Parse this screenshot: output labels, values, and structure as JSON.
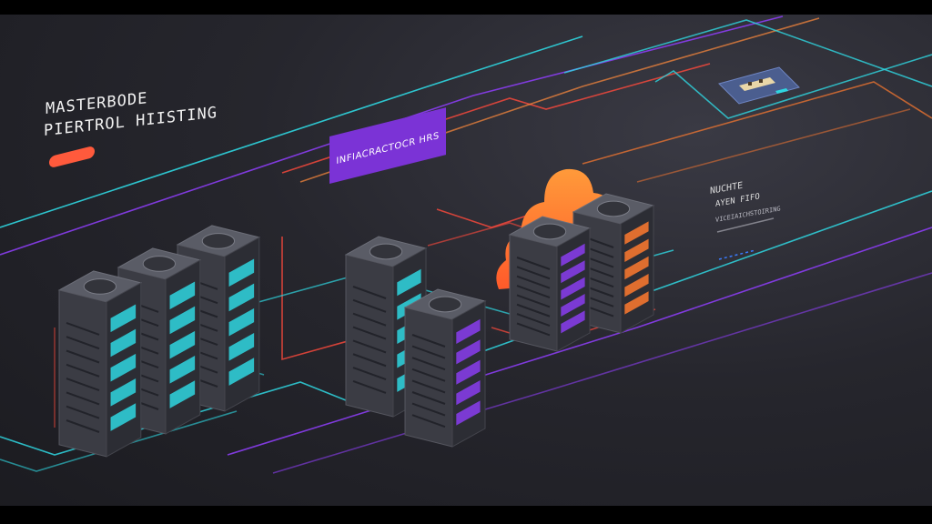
{
  "header": {
    "title_line_1": "MASTERBODE",
    "title_line_2": "PIERTROL HIISTING",
    "banner_label": "INFIACRACTOCR HRS"
  },
  "side_panel": {
    "line_1": "NUCHTE",
    "line_2": "AYEN FIFO",
    "line_3": "VICEIAICHSTOIRING"
  },
  "colors": {
    "cyan": "#2fd6e0",
    "purple": "#8a3df0",
    "orange": "#ff7a2f",
    "red": "#ff4a3c",
    "background": "#26262d",
    "server_body": "#3b3c44"
  },
  "icons": {
    "cloud": "cloud-icon",
    "badge": "id-card-icon"
  }
}
